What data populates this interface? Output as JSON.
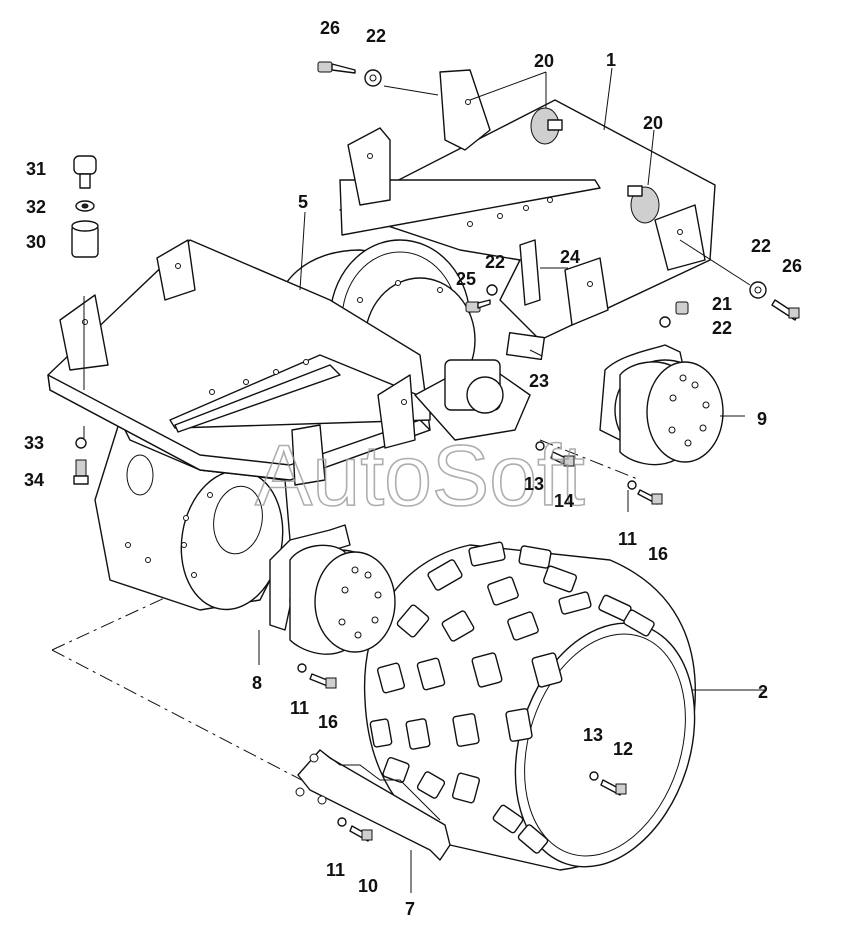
{
  "watermark": "AutoSoft",
  "callouts": {
    "c1": "1",
    "c2": "2",
    "c5": "5",
    "c7": "7",
    "c8": "8",
    "c9": "9",
    "c10": "10",
    "c11a": "11",
    "c11b": "11",
    "c11c": "11",
    "c12": "12",
    "c13a": "13",
    "c13b": "13",
    "c14": "14",
    "c16a": "16",
    "c16b": "16",
    "c20a": "20",
    "c20b": "20",
    "c21": "21",
    "c22a": "22",
    "c22b": "22",
    "c22c": "22",
    "c22d": "22",
    "c23": "23",
    "c24": "24",
    "c25": "25",
    "c26a": "26",
    "c26b": "26",
    "c30": "30",
    "c31": "31",
    "c32": "32",
    "c33": "33",
    "c34": "34"
  }
}
